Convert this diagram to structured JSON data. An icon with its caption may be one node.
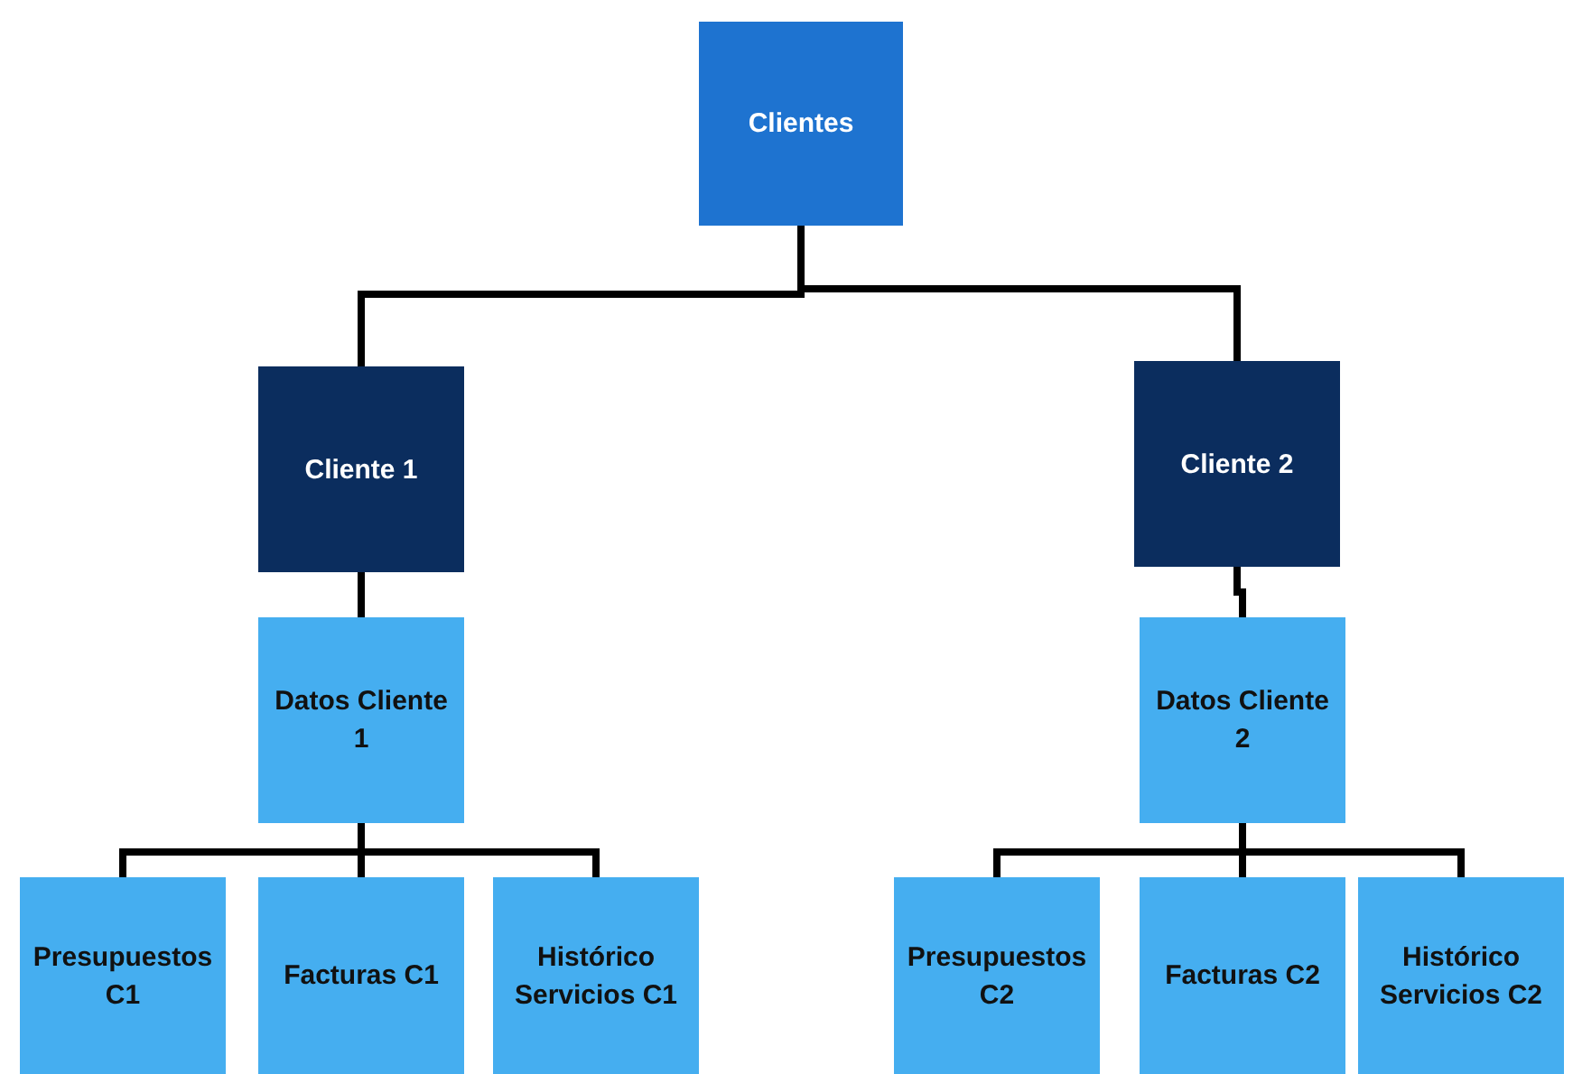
{
  "diagram": {
    "nodes": [
      {
        "text": [
          "Clientes"
        ]
      },
      {
        "text": [
          "Cliente 1"
        ]
      },
      {
        "text": [
          "Cliente 2"
        ]
      },
      {
        "text": [
          "Datos Cliente 1"
        ]
      },
      {
        "text": [
          "Datos Cliente 2"
        ]
      },
      {
        "text": [
          "Presupuestos C1"
        ]
      },
      {
        "text": [
          "Facturas C1"
        ]
      },
      {
        "text": [
          "Histórico Servicios C1"
        ]
      },
      {
        "text": [
          "Presupuestos C2"
        ]
      },
      {
        "text": [
          "Facturas C2"
        ]
      },
      {
        "text": [
          "Histórico Servicios C2"
        ]
      }
    ],
    "edges": [
      {
        "from": 0,
        "to": 1,
        "arrow": "none"
      },
      {
        "from": 0,
        "to": 2,
        "arrow": "none"
      },
      {
        "from": 1,
        "to": 3,
        "arrow": "none"
      },
      {
        "from": 2,
        "to": 4,
        "arrow": "none"
      },
      {
        "from": 3,
        "to": 5,
        "arrow": "none"
      },
      {
        "from": 3,
        "to": 6,
        "arrow": "none"
      },
      {
        "from": 3,
        "to": 7,
        "arrow": "none"
      },
      {
        "from": 4,
        "to": 8,
        "arrow": "none"
      },
      {
        "from": 4,
        "to": 9,
        "arrow": "none"
      },
      {
        "from": 4,
        "to": 10,
        "arrow": "none"
      }
    ]
  }
}
